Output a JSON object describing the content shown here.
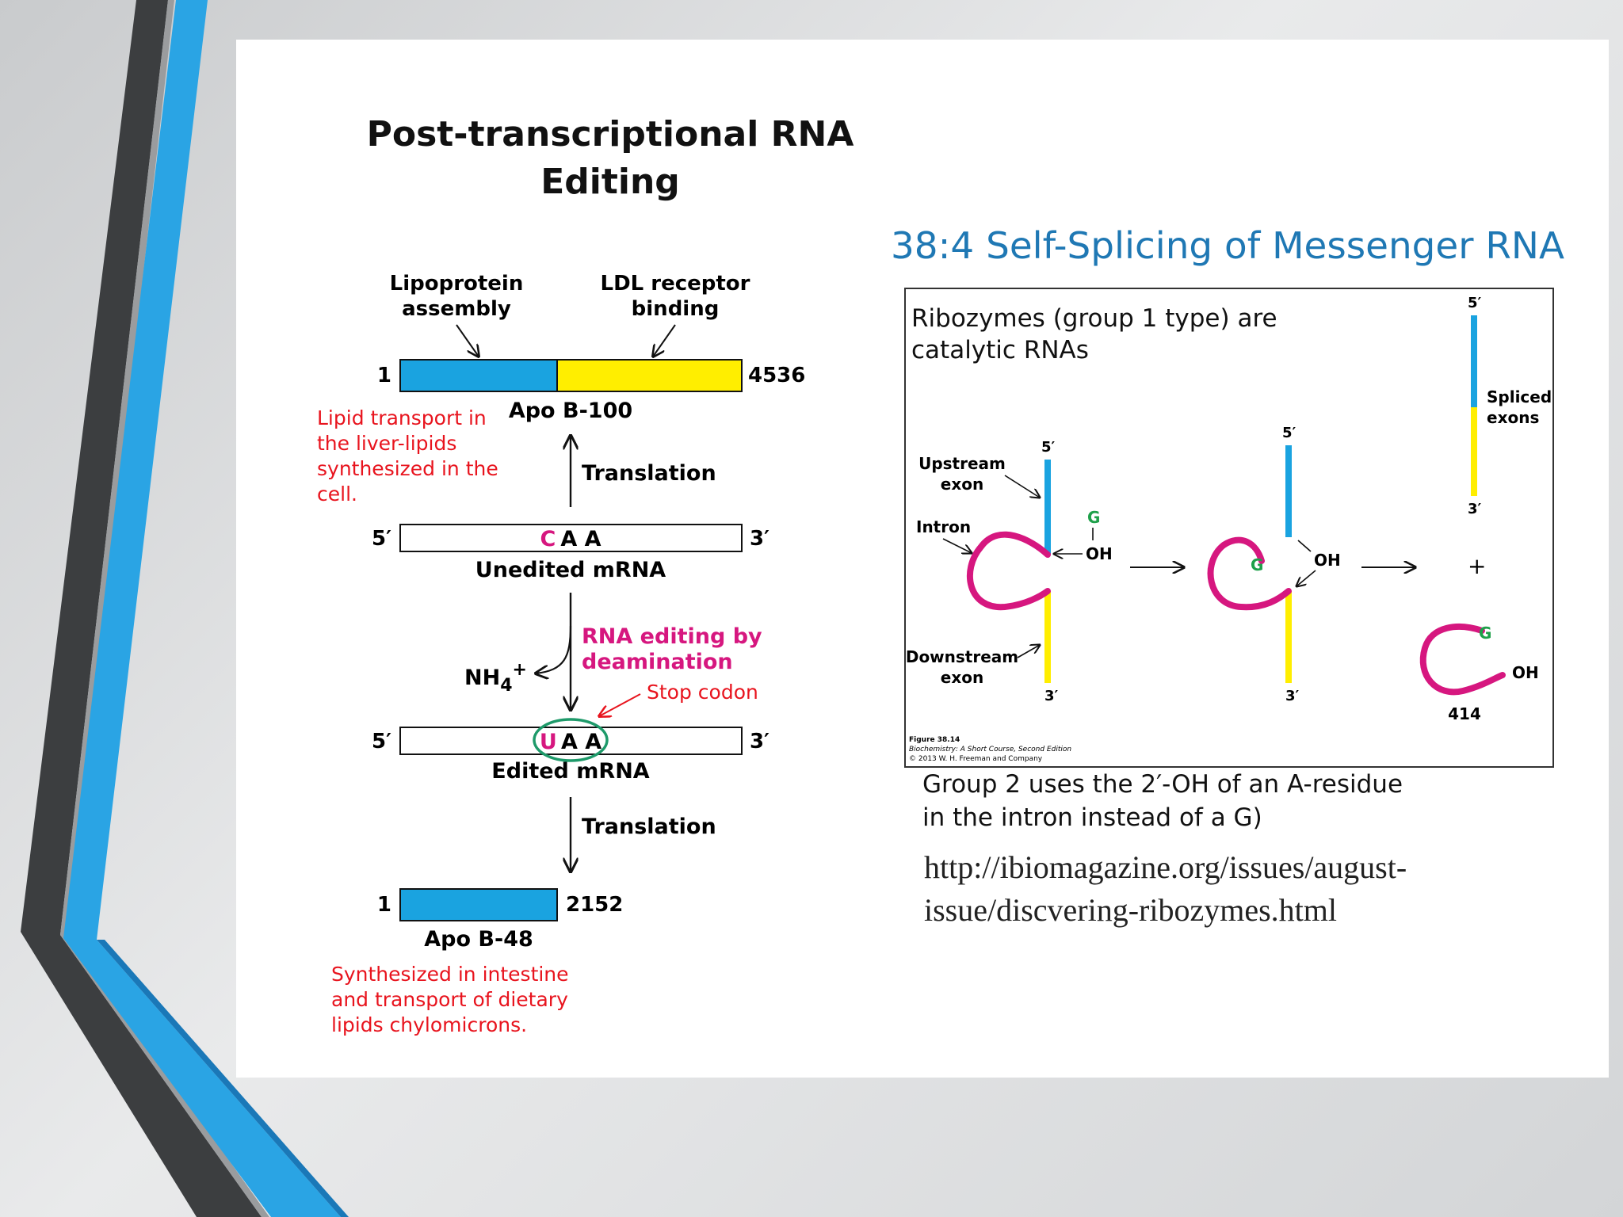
{
  "left_panel": {
    "title_line1": "Post-transcriptional RNA",
    "title_line2": "Editing",
    "top_label_left_line1": "Lipoprotein",
    "top_label_left_line2": "assembly",
    "top_label_right_line1": "LDL receptor",
    "top_label_right_line2": "binding",
    "apo100_start": "1",
    "apo100_end": "4536",
    "apo100_name": "Apo B-100",
    "apo100_note_lines": [
      "Lipid transport in",
      "the liver-lipids",
      "synthesized in the",
      "cell."
    ],
    "translation_label": "Translation",
    "unedited_5": "5′",
    "unedited_3": "3′",
    "unedited_codon_first": "C",
    "unedited_codon_rest": "A A",
    "unedited_name": "Unedited mRNA",
    "editing_label_line1": "RNA editing by",
    "editing_label_line2": "deamination",
    "nh4_label": "NH",
    "nh4_sub": "4",
    "nh4_sup": "+",
    "stop_codon_label": "Stop codon",
    "edited_5": "5′",
    "edited_3": "3′",
    "edited_codon_first": "U",
    "edited_codon_rest": "A A",
    "edited_name": "Edited mRNA",
    "translation_label_2": "Translation",
    "apo48_start": "1",
    "apo48_end": "2152",
    "apo48_name": "Apo B-48",
    "apo48_note_lines": [
      "Synthesized in intestine",
      "and transport of dietary",
      "lipids chylomicrons."
    ]
  },
  "right_panel": {
    "title": "38:4 Self-Splicing of Messenger RNA",
    "box_text_line1": "Ribozymes (group 1 type) are",
    "box_text_line2": "catalytic RNAs",
    "labels": {
      "upstream_line1": "Upstream",
      "upstream_line2": "exon",
      "intron": "Intron",
      "downstream_line1": "Downstream",
      "downstream_line2": "exon",
      "spliced_line1": "Spliced",
      "spliced_line2": "exons",
      "five_prime": "5′",
      "three_prime": "3′",
      "g": "G",
      "oh": "OH",
      "plus": "+",
      "num_414": "414"
    },
    "figure_caption_lines": [
      "Figure 38.14",
      "Biochemistry: A Short Course, Second Edition",
      "© 2013 W. H. Freeman and Company"
    ],
    "group2_line1": "Group 2 uses the 2′-OH of an A-residue",
    "group2_line2": "in the intron instead of a G)",
    "url_line1": "http://ibiomagazine.org/issues/august-",
    "url_line2": "issue/discvering-ribozymes.html"
  },
  "colors": {
    "exon_blue": "#1aa3e0",
    "exon_yellow": "#ffee00",
    "intron_magenta": "#d6177f",
    "g_green": "#1ea04a",
    "note_red": "#e8141e",
    "title_blue": "#1f78b4",
    "stripe_dark": "#3c3e40",
    "stripe_blue": "#2aa4e4"
  }
}
